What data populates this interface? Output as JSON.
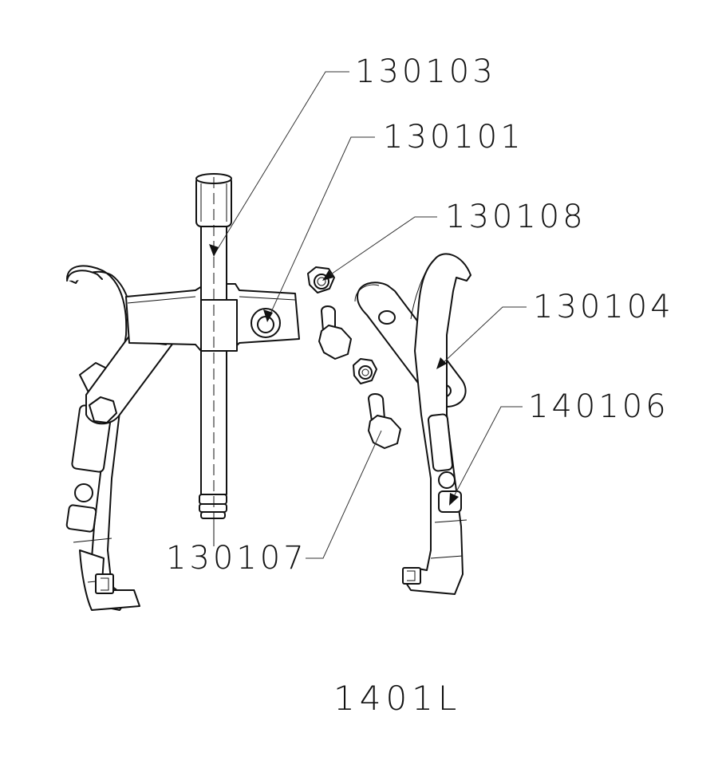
{
  "diagram": {
    "title": "1401L",
    "type": "exploded-parts-diagram",
    "subject": "two-jaw gear puller",
    "callouts": [
      {
        "id": "130103",
        "label": "130103",
        "points_to": "forcing screw shaft"
      },
      {
        "id": "130101",
        "label": "130101",
        "points_to": "yoke / crossbar hole"
      },
      {
        "id": "130108",
        "label": "130108",
        "points_to": "hex nut"
      },
      {
        "id": "130104",
        "label": "130104",
        "points_to": "link plate"
      },
      {
        "id": "140106",
        "label": "140106",
        "points_to": "jaw arm"
      },
      {
        "id": "130107",
        "label": "130107",
        "points_to": "hex bolt"
      }
    ],
    "colors": {
      "line": "#111111",
      "background": "#ffffff"
    }
  }
}
